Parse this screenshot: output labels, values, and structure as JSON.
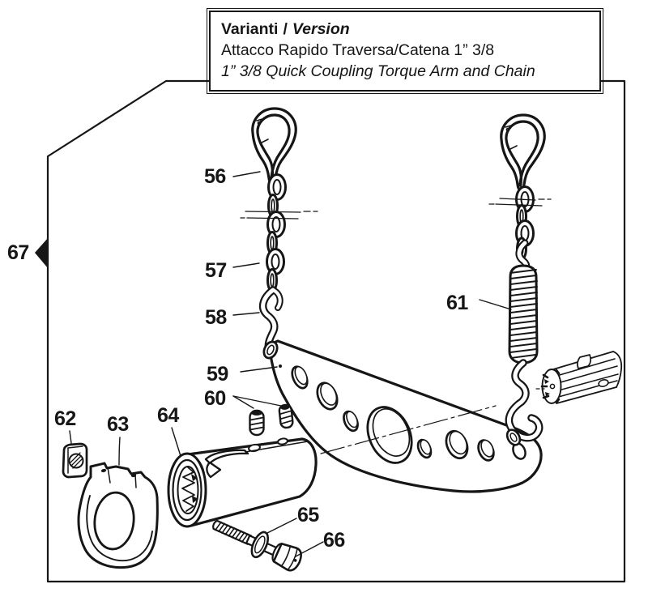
{
  "title_box": {
    "line1_it": "Varianti",
    "line1_separator": "/",
    "line1_en": "Version",
    "line2_it": "Attacco Rapido Traversa/Catena 1” 3/8",
    "line3_en": "1” 3/8 Quick Coupling Torque Arm and Chain"
  },
  "part_labels": {
    "56": "56",
    "57": "57",
    "58": "58",
    "59": "59",
    "60": "60",
    "61": "61",
    "62": "62",
    "63": "63",
    "64": "64",
    "65": "65",
    "66": "66",
    "67": "67"
  },
  "colors": {
    "ink": "#161616",
    "paper": "#ffffff"
  }
}
